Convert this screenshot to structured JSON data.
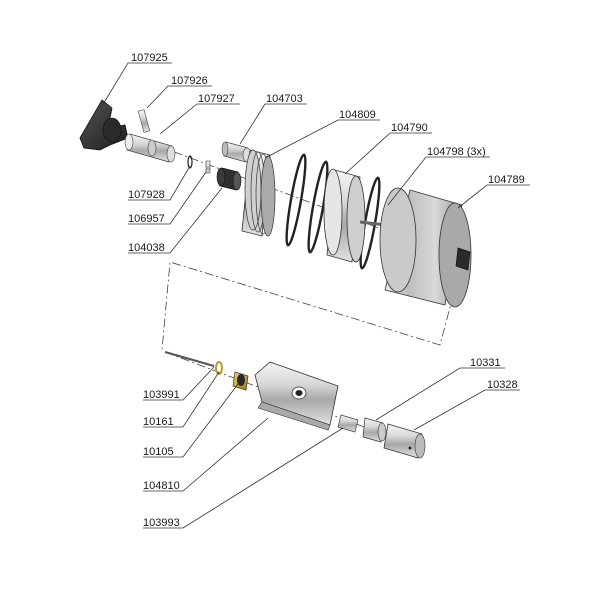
{
  "labels": {
    "l107925": "107925",
    "l107926": "107926",
    "l107927": "107927",
    "l104703": "104703",
    "l104809": "104809",
    "l104790": "104790",
    "l104798": "104798 (3x)",
    "l104789": "104789",
    "l107928": "107928",
    "l106957": "106957",
    "l104038": "104038",
    "l10331": "10331",
    "l10328": "10328",
    "l103991": "103991",
    "l10161": "10161",
    "l10105": "10105",
    "l104810": "104810",
    "l103993": "103993"
  }
}
